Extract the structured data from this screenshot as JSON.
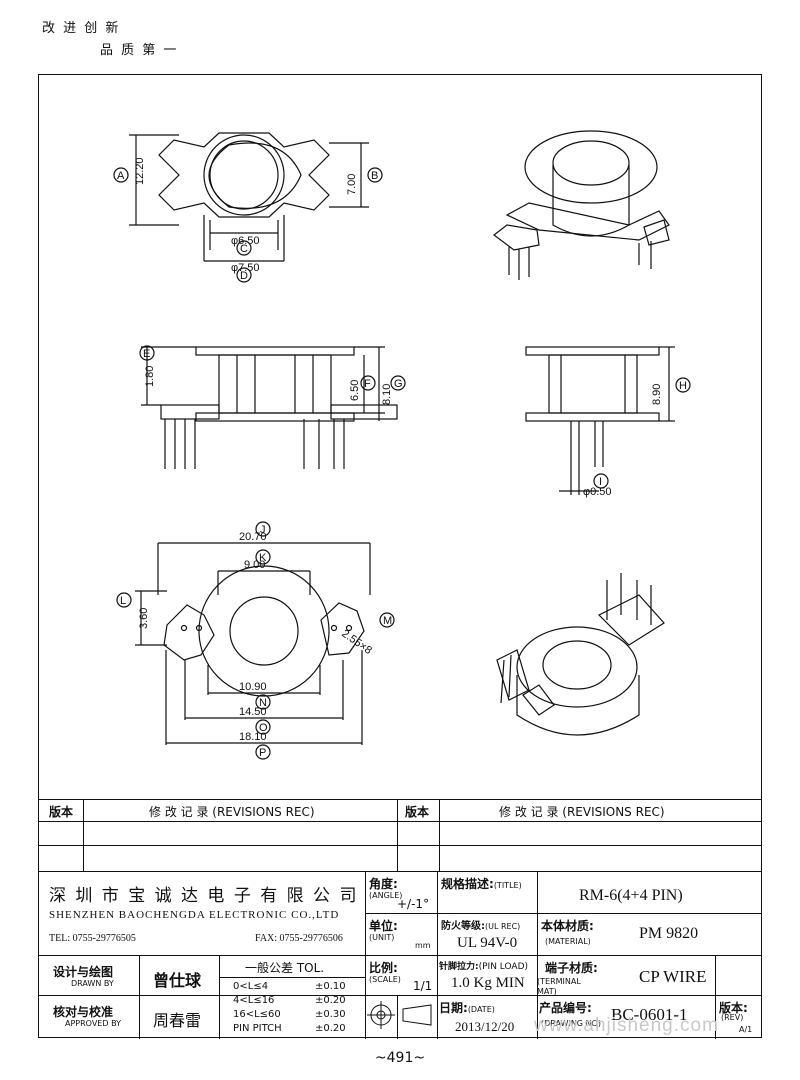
{
  "slogan": {
    "line1": "改 进 创 新",
    "line2": "品 质 第 一"
  },
  "drawing": {
    "top_view": {
      "dims": [
        "12.20",
        "7.00",
        "φ6.50",
        "φ7.50"
      ],
      "markers": [
        "A",
        "B",
        "C",
        "D"
      ]
    },
    "side_view_1": {
      "dims": [
        "1.80",
        "6.50",
        "8.10"
      ],
      "markers": [
        "E",
        "F",
        "G"
      ]
    },
    "side_view_2": {
      "dims": [
        "8.90",
        "φ0.50"
      ],
      "markers": [
        "H",
        "I"
      ]
    },
    "bottom_view": {
      "dims": [
        "20.70",
        "9.00",
        "3.60",
        "2.55×8",
        "10.90",
        "14.50",
        "18.10"
      ],
      "markers": [
        "J",
        "K",
        "L",
        "M",
        "N",
        "O",
        "P"
      ]
    }
  },
  "revisions": {
    "header_left_label": "版本",
    "header_mid": "修 改 记 录 (REVISIONS REC)",
    "header_right_label": "版本",
    "header_right": "修 改 记 录 (REVISIONS REC)"
  },
  "company": {
    "name_cn": "深 圳 市 宝 诚 达 电 子 有 限 公 司",
    "name_en": "SHENZHEN BAOCHENGDA ELECTRONIC CO.,LTD",
    "tel": "TEL: 0755-29776505",
    "fax": "FAX: 0755-29776506"
  },
  "title_block": {
    "angle_label": "角度:",
    "angle_en": "(ANGLE)",
    "angle_value": "+/-1°",
    "unit_label": "单位:",
    "unit_en": "(UNIT)",
    "unit_value": "mm",
    "scale_label": "比例:",
    "scale_en": "(SCALE)",
    "scale_value": "1/1",
    "title_label": "规格描述:",
    "title_en": "(TITLE)",
    "title_value": "RM-6(4+4 PIN)",
    "fire_label": "防火等级:",
    "fire_en": "(UL REC)",
    "fire_value": "UL 94V-0",
    "material_label": "本体材质:",
    "material_en": "(MATERIAL)",
    "material_value": "PM 9820",
    "pin_load_label": "针脚拉力:",
    "pin_load_en": "(PIN LOAD)",
    "pin_load_value": "1.0 Kg MIN",
    "terminal_label": "端子材质:",
    "terminal_en1": "(TERMINAL",
    "terminal_en2": "MAT)",
    "terminal_value": "CP WIRE",
    "date_label": "日期:",
    "date_en": "(DATE)",
    "date_value": "2013/12/20",
    "drawing_no_label": "产品编号:",
    "drawing_no_en": "(DRAWING NO)",
    "drawing_no_value": "BC-0601-1",
    "rev_label": "版本:",
    "rev_en": "(REV)",
    "rev_value": "A/1",
    "designer_label": "设计与绘图",
    "designer_en": "DRAWN BY",
    "designer_value": "曾仕球",
    "approver_label": "核对与校准",
    "approver_en": "APPROVED BY",
    "approver_value": "周春雷",
    "tol_title": "一般公差 TOL.",
    "tolerances": [
      {
        "range": "0<L≤4",
        "value": "±0.10"
      },
      {
        "range": "4<L≤16",
        "value": "±0.20"
      },
      {
        "range": "16<L≤60",
        "value": "±0.30"
      },
      {
        "range": "PIN PITCH",
        "value": "±0.20"
      }
    ]
  },
  "page_number": "~491~",
  "watermark": "www.ahjisheng.com"
}
